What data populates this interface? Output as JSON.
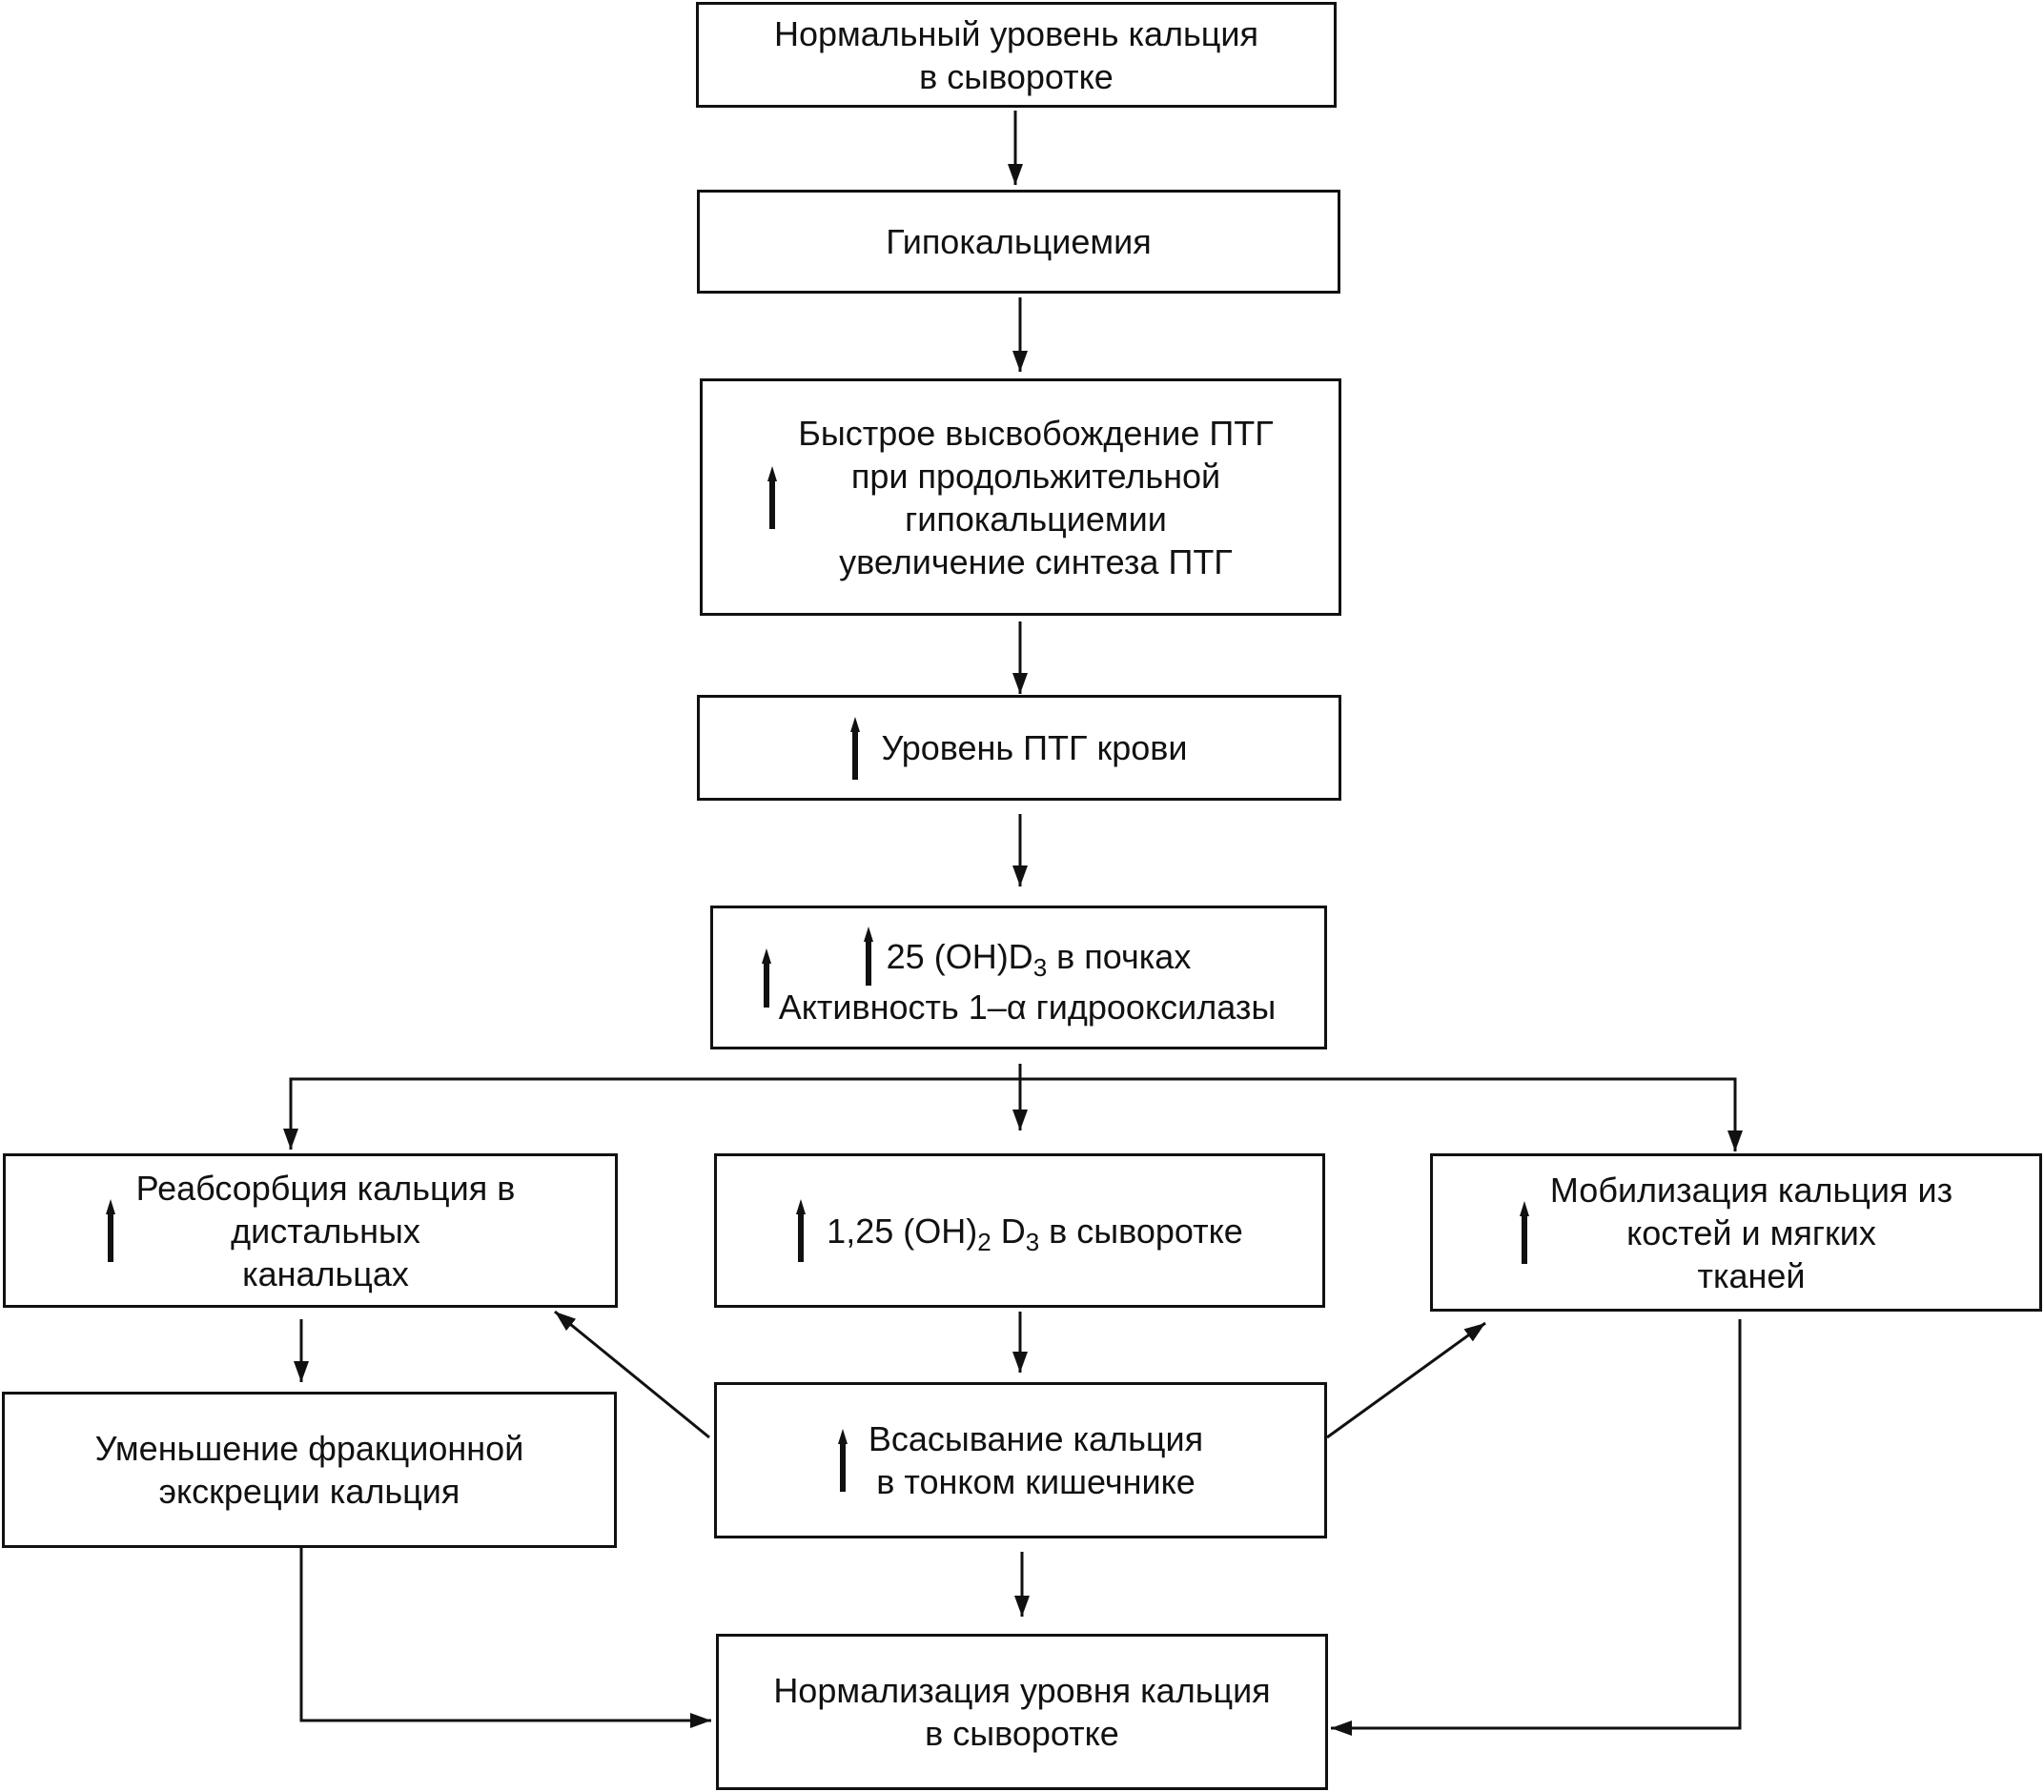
{
  "diagram": {
    "normal_calcium": {
      "line1": "Нормальный уровень кальция",
      "line2": "в сыворотке"
    },
    "hypocalcemia": "Гипокальциемия",
    "pth_release": {
      "line1": "Быстрое высвобождение ПТГ",
      "line2": "при продольжительной",
      "line3": "гипокальциемии",
      "line4": "увеличение синтеза ПТГ"
    },
    "pth_blood": "Уровень ПТГ крови",
    "renal": {
      "line1_pre": "25 (OH)D",
      "line1_sub": "3",
      "line1_post": " в почках",
      "line2": "Активность 1–α гидрооксилазы"
    },
    "reabsorption": {
      "line1": "Реабсорбция кальция в",
      "line2": "дистальных",
      "line3": "канальцах"
    },
    "serum_vitd": {
      "pre": "1,25 (OH)",
      "sub1": "2",
      "mid": " D",
      "sub2": "3",
      "post": " в сыворотке"
    },
    "mobilization": {
      "line1": "Мобилизация кальция из",
      "line2": "костей и мягких",
      "line3": "тканей"
    },
    "excretion": {
      "line1": "Уменьшение фракционной",
      "line2": "экскреции кальция"
    },
    "absorption": {
      "line1": "Всасывание кальция",
      "line2": "в тонком кишечнике"
    },
    "normalization": {
      "line1": "Нормализация уровня кальция",
      "line2": "в сыворотке"
    }
  }
}
